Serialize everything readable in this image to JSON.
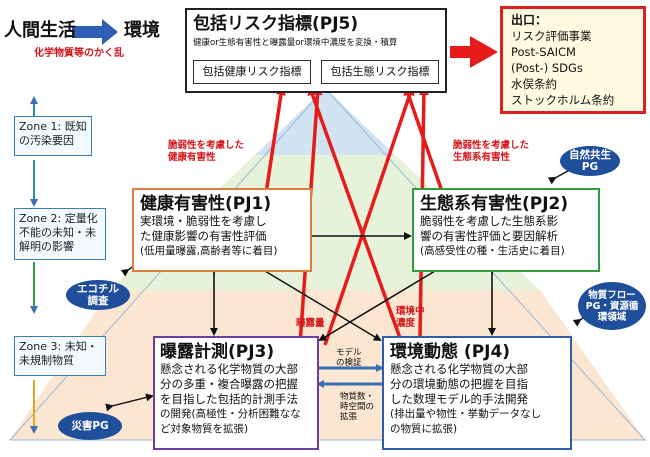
{
  "header": {
    "left_title_a": "人間生活",
    "left_title_b": "環境",
    "left_subtitle": "化学物質等のかく乱"
  },
  "pj5": {
    "title": "包括リスク指標(PJ5)",
    "subtitle": "健康or生態有害性と曝露量or環境中濃度を変換・積算",
    "health_index": "包括健康リスク指標",
    "eco_index": "包括生態リスク指標"
  },
  "output": {
    "title": "出口：",
    "items": [
      "リスク評価事業",
      "Post-SAICM",
      "(Post-) SDGs",
      "水俣条約",
      "ストックホルム条約"
    ]
  },
  "zones": [
    {
      "label": "Zone 1: 既知の汚染要因"
    },
    {
      "label": "Zone 2: 定量化不能の未知・未解明の影響"
    },
    {
      "label": "Zone 3: 未知・未規制物質"
    }
  ],
  "pj1": {
    "title": "健康有害性(PJ1)",
    "lines": [
      "実環境・脆弱性を考慮し",
      "た健康影響の有害性評価",
      "(低用量曝露,高齢者等に着目)"
    ]
  },
  "pj2": {
    "title": "生態系有害性(PJ2)",
    "lines": [
      "脆弱性を考慮した生態系影",
      "響の有害性評価と要因解析",
      "(高感受性の種・生活史に着目)"
    ]
  },
  "pj3": {
    "title": "曝露計測(PJ3)",
    "lines": [
      "懸念される化学物質の大部",
      "分の多重・複合曝露の把握",
      "を目指した包括的計測手法",
      "の開発(高極性・分析困難なな",
      "ど対象物質を拡張)"
    ]
  },
  "pj4": {
    "title": "環境動態 (PJ4)",
    "lines": [
      "懸念される化学物質の大部",
      "分の環境動態の把握を目指",
      "した数理モデル的手法開発",
      "(排出量や物性・挙動データなし",
      "の物質に拡張)"
    ]
  },
  "red_labels": {
    "health_vuln": [
      "脆弱性を考慮した",
      "健康有害性"
    ],
    "eco_vuln": [
      "脆弱性を考慮した",
      "生態系有害性"
    ],
    "exposure": "曝露量",
    "env_conc": [
      "環境中",
      "濃度"
    ]
  },
  "small_labels": {
    "model_verify": [
      "モデル",
      "の検証"
    ],
    "expand": [
      "物質数・",
      "時空間の",
      "拡張"
    ]
  },
  "ovals": {
    "eco_pg": [
      "自然共生",
      "PG"
    ],
    "ecochil": [
      "エコチル",
      "調査"
    ],
    "material": [
      "物質フロー",
      "PG・資源循",
      "環領域"
    ],
    "disaster": [
      "災害PG"
    ]
  },
  "colors": {
    "pj1_border": "#e07b39",
    "pj2_border": "#2e9d3a",
    "pj3_border": "#6b3fa0",
    "pj4_border": "#2f5fa8",
    "output_border": "#e02020",
    "red_arrow": "#e81b1b",
    "oval_fill": "#1f4e9a"
  }
}
